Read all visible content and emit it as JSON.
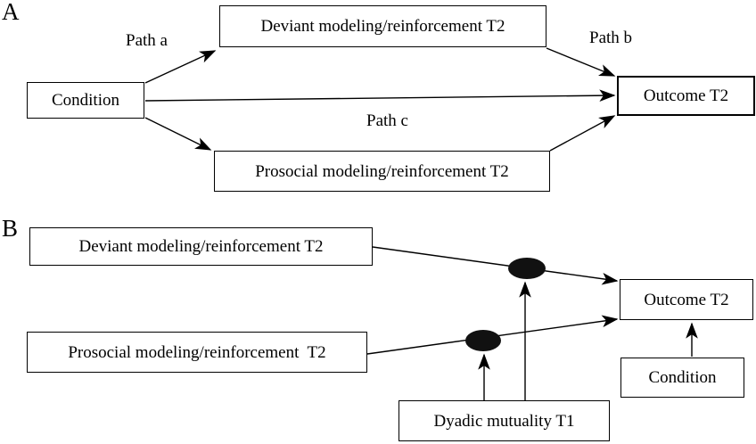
{
  "figure": {
    "background_color": "#ffffff",
    "line_color": "#000000",
    "moderator_fill_color": "#111111"
  },
  "panel_a": {
    "label": "A",
    "boxes": {
      "condition": "Condition",
      "deviant": "Deviant modeling/reinforcement T2",
      "prosocial": "Prosocial modeling/reinforcement T2",
      "outcome": "Outcome T2"
    },
    "path_labels": {
      "a": "Path a",
      "b": "Path b",
      "c": "Path c"
    },
    "edges": [
      {
        "from": "Condition",
        "to": "Deviant modeling/reinforcement T2",
        "label": "Path a"
      },
      {
        "from": "Condition",
        "to": "Outcome T2",
        "label": "Path c"
      },
      {
        "from": "Condition",
        "to": "Prosocial modeling/reinforcement T2",
        "label": ""
      },
      {
        "from": "Deviant modeling/reinforcement T2",
        "to": "Outcome T2",
        "label": "Path b"
      },
      {
        "from": "Prosocial modeling/reinforcement T2",
        "to": "Outcome T2",
        "label": ""
      }
    ]
  },
  "panel_b": {
    "label": "B",
    "boxes": {
      "deviant": "Deviant modeling/reinforcement T2",
      "prosocial": "Prosocial modeling/reinforcement  T2",
      "outcome": "Outcome T2",
      "condition": "Condition",
      "dyadic": "Dyadic mutuality T1"
    },
    "edges": [
      {
        "from": "Deviant modeling/reinforcement T2",
        "to": "Outcome T2",
        "moderated": true
      },
      {
        "from": "Prosocial modeling/reinforcement T2",
        "to": "Outcome T2",
        "moderated": true
      },
      {
        "from": "Dyadic mutuality T1",
        "to": "moderation point on deviant path"
      },
      {
        "from": "Dyadic mutuality T1",
        "to": "moderation point on prosocial path"
      },
      {
        "from": "Condition",
        "to": "Outcome T2"
      }
    ]
  }
}
